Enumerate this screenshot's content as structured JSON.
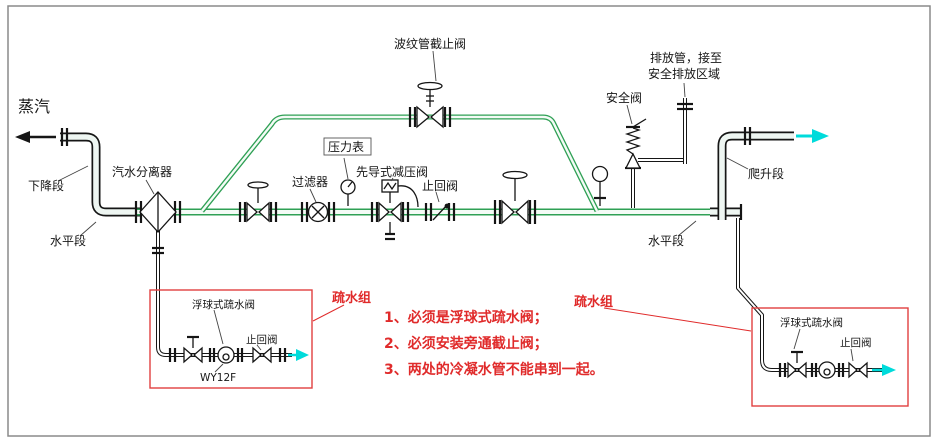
{
  "labels": {
    "steam": "蒸汽",
    "down_section": "下降段",
    "horiz_left": "水平段",
    "separator": "汽水分离器",
    "bellows_globe_valve": "波纹管截止阀",
    "strainer": "过滤器",
    "pressure_gauge": "压力表",
    "pilot_reducing_valve": "先导式减压阀",
    "check_valve": "止回阀",
    "safety_valve": "安全阀",
    "discharge_line1": "排放管，接至",
    "discharge_line2": "安全排放区域",
    "climb_section": "爬升段",
    "horiz_right": "水平段",
    "trap_group": "疏水组",
    "float_trap": "浮球式疏水阀",
    "trap_check_valve": "止回阀",
    "trap_model": "WY12F"
  },
  "notes": [
    "1、必须是浮球式疏水阀；",
    "2、必须安装旁通截止阀；",
    "3、两处的冷凝水管不能串到一起。"
  ],
  "colors": {
    "pipe_green": "#2fa055",
    "annotation_red": "#e02b2b",
    "flow_cyan": "#00dbdb",
    "line_black": "#161616"
  }
}
